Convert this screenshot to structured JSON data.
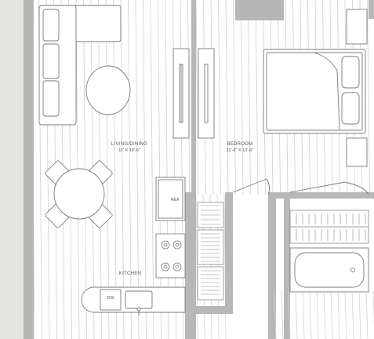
{
  "rooms": {
    "living": {
      "name": "LIVING/DINING",
      "dims": "11' X 19'-6\""
    },
    "bedroom": {
      "name": "BEDROOM",
      "dims": "11'-6\" X 13'-6\""
    },
    "kitchen": {
      "name": "KITCHEN"
    }
  },
  "appliances": {
    "ref": "REF.",
    "dw": "DW"
  },
  "colors": {
    "wall": "#b3b3b3",
    "floor_line": "#c9c9c9",
    "outline": "#7a7a7a",
    "outer_gray": "#e2e2de"
  }
}
